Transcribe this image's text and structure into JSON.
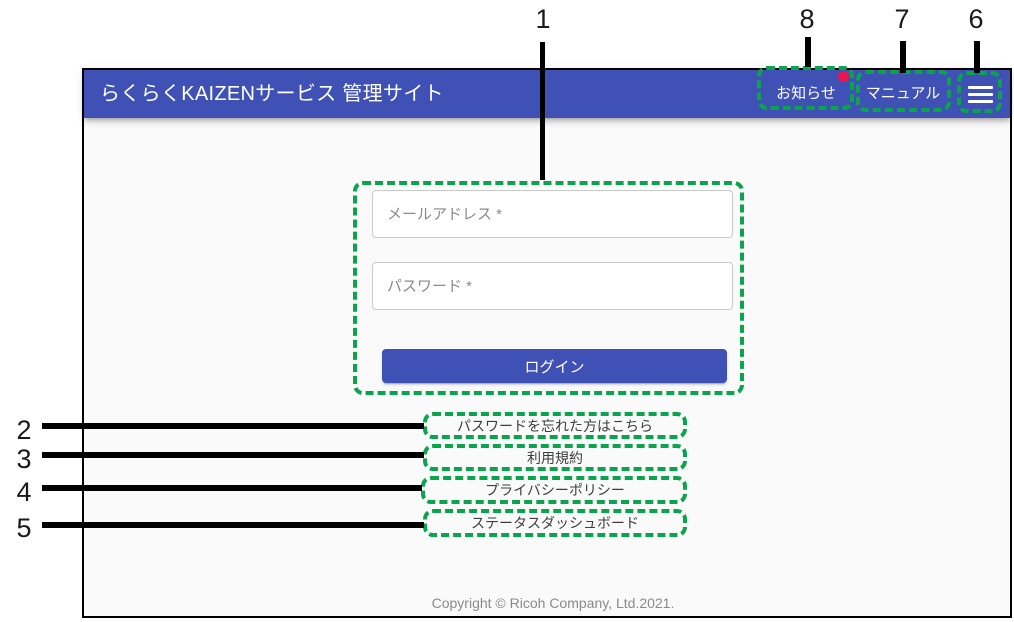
{
  "header": {
    "title": "らくらくKAIZENサービス 管理サイト",
    "notice_label": "お知らせ",
    "manual_label": "マニュアル",
    "menu_icon": "hamburger-icon",
    "notice_badge_icon": "red-dot-badge",
    "bg_color": "#3f51b5",
    "badge_color": "#e8174f"
  },
  "login_form": {
    "email_placeholder": "メールアドレス *",
    "password_placeholder": "パスワード *",
    "login_button_label": "ログイン",
    "button_color": "#3f51b5"
  },
  "links": {
    "forgot_password": "パスワードを忘れた方はこちら",
    "terms": "利用規約",
    "privacy": "プライバシーポリシー",
    "status_dashboard": "ステータスダッシュボード"
  },
  "footer": {
    "copyright": "Copyright © Ricoh Company, Ltd.2021."
  },
  "annotations": {
    "color": "#09a44c",
    "numbers": {
      "n1": "1",
      "n2": "2",
      "n3": "3",
      "n4": "4",
      "n5": "5",
      "n6": "6",
      "n7": "7",
      "n8": "8"
    }
  }
}
